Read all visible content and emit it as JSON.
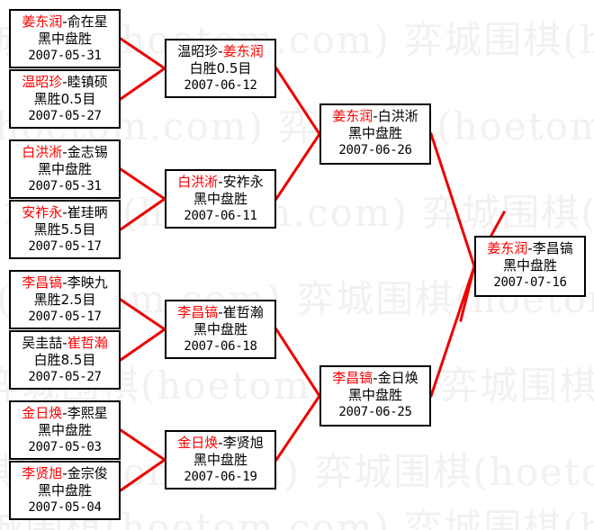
{
  "meta": {
    "title": "围棋比赛对阵表",
    "result_black_mid": "黑中盘胜",
    "colors": {
      "winner": "#ff0000",
      "loser": "#000000",
      "connector": "#ee0000",
      "box_border": "#000000",
      "background": "#ffffff",
      "watermark": "#f2f1ef"
    }
  },
  "watermark": {
    "text": "弈城围棋(hoetom.com)",
    "repeat_text": "弈城围棋(hoetom.com) 弈城围棋(hoetom.com)"
  },
  "rounds": [
    {
      "name": "round-1",
      "matches": [
        {
          "id": "r1m1",
          "left_player": "姜东润",
          "right_player": "俞在星",
          "winner": "left",
          "result": "黑中盘胜",
          "date": "2007-05-31"
        },
        {
          "id": "r1m2",
          "left_player": "温昭珍",
          "right_player": "睦镇硕",
          "winner": "left",
          "result": "黑胜0.5目",
          "date": "2007-05-27"
        },
        {
          "id": "r1m3",
          "left_player": "白洪淅",
          "right_player": "金志锡",
          "winner": "left",
          "result": "黑中盘胜",
          "date": "2007-05-31"
        },
        {
          "id": "r1m4",
          "left_player": "安祚永",
          "right_player": "崔珪昞",
          "winner": "left",
          "result": "黑胜5.5目",
          "date": "2007-05-17"
        },
        {
          "id": "r1m5",
          "left_player": "李昌镐",
          "right_player": "李映九",
          "winner": "left",
          "result": "黑胜2.5目",
          "date": "2007-05-17"
        },
        {
          "id": "r1m6",
          "left_player": "吴圭喆",
          "right_player": "崔哲瀚",
          "winner": "right",
          "result": "白胜8.5目",
          "date": "2007-05-27"
        },
        {
          "id": "r1m7",
          "left_player": "金日焕",
          "right_player": "李熙星",
          "winner": "left",
          "result": "黑中盘胜",
          "date": "2007-05-03"
        },
        {
          "id": "r1m8",
          "left_player": "李贤旭",
          "right_player": "金宗俊",
          "winner": "left",
          "result": "黑中盘胜",
          "date": "2007-05-04"
        }
      ]
    },
    {
      "name": "round-2",
      "matches": [
        {
          "id": "r2m1",
          "left_player": "温昭珍",
          "right_player": "姜东润",
          "winner": "right",
          "result": "白胜0.5目",
          "date": "2007-06-12"
        },
        {
          "id": "r2m2",
          "left_player": "白洪淅",
          "right_player": "安祚永",
          "winner": "left",
          "result": "黑中盘胜",
          "date": "2007-06-11"
        },
        {
          "id": "r2m3",
          "left_player": "李昌镐",
          "right_player": "崔哲瀚",
          "winner": "left",
          "result": "黑中盘胜",
          "date": "2007-06-18"
        },
        {
          "id": "r2m4",
          "left_player": "金日焕",
          "right_player": "李贤旭",
          "winner": "left",
          "result": "黑中盘胜",
          "date": "2007-06-19"
        }
      ]
    },
    {
      "name": "semi-final",
      "matches": [
        {
          "id": "sfm1",
          "left_player": "姜东润",
          "right_player": "白洪淅",
          "winner": "left",
          "result": "黑中盘胜",
          "date": "2007-06-26"
        },
        {
          "id": "sfm2",
          "left_player": "李昌镐",
          "right_player": "金日焕",
          "winner": "left",
          "result": "黑中盘胜",
          "date": "2007-06-25"
        }
      ]
    },
    {
      "name": "final",
      "matches": [
        {
          "id": "fm1",
          "left_player": "姜东润",
          "right_player": "李昌镐",
          "winner": "left",
          "result": "黑中盘胜",
          "date": "2007-07-16"
        }
      ]
    }
  ]
}
